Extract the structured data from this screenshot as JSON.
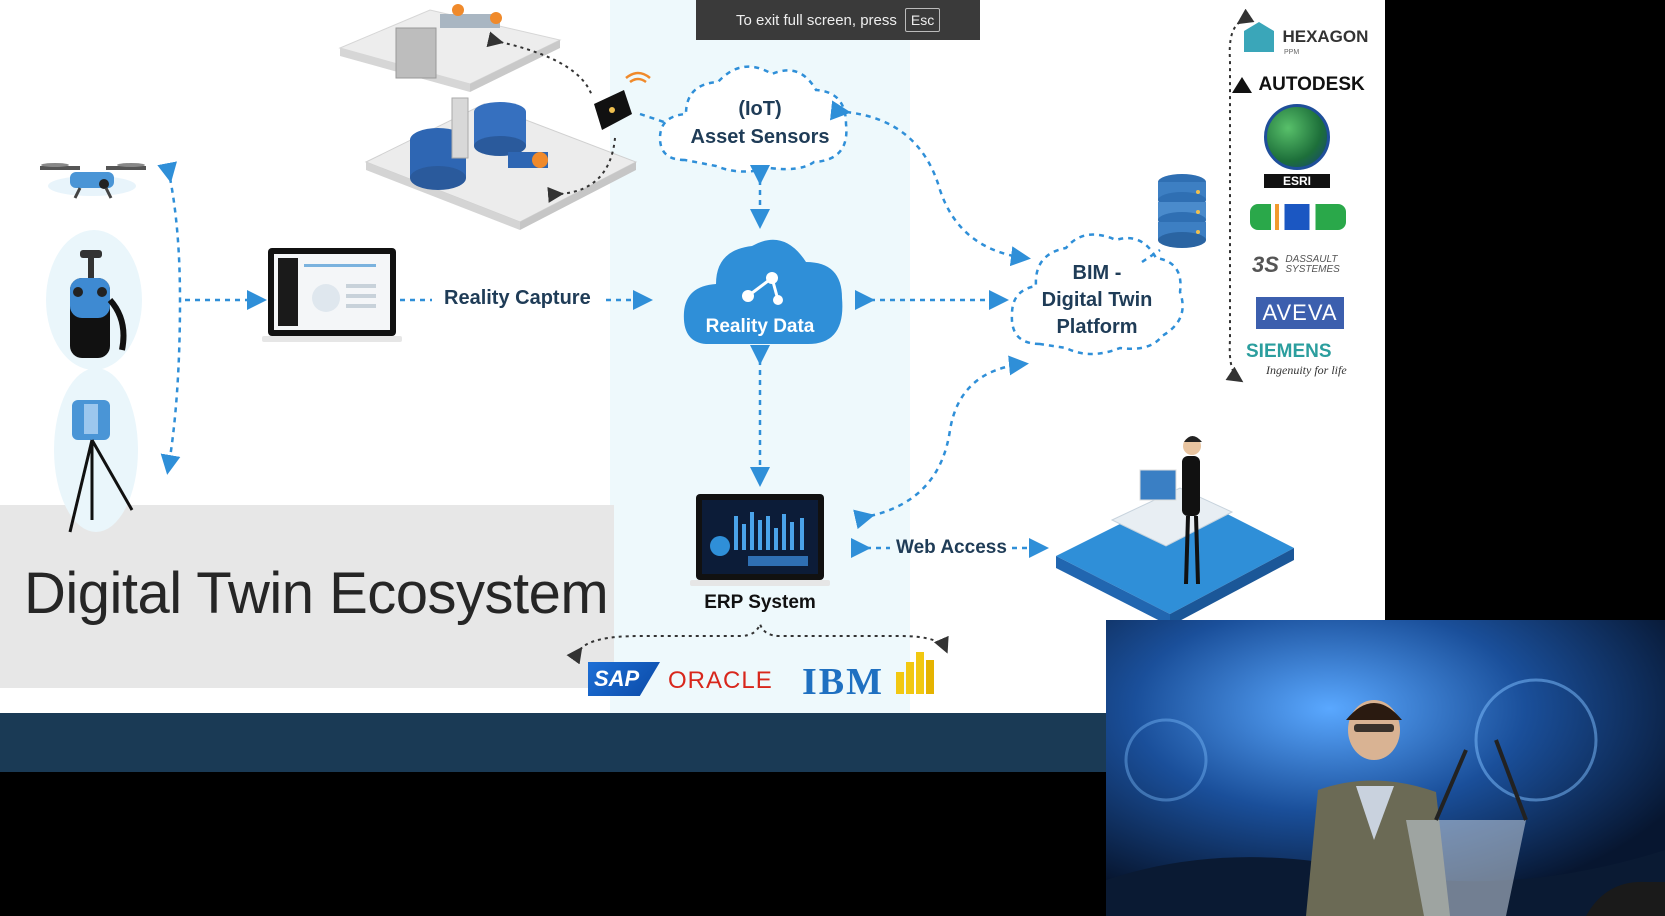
{
  "toast": {
    "text": "To exit full screen, press",
    "key": "Esc"
  },
  "slide": {
    "title": "Digital Twin Ecosystem",
    "labels": {
      "reality_capture": "Reality Capture",
      "iot_line1": "(IoT)",
      "iot_line2": "Asset Sensors",
      "reality_data": "Reality Data",
      "bim_line1": "BIM -",
      "bim_line2": "Digital Twin",
      "bim_line3": "Platform",
      "erp_system": "ERP System",
      "web_access": "Web Access"
    },
    "platform_vendors": {
      "hexagon": "HEXAGON",
      "hexagon_sub": "PPM",
      "autodesk": "AUTODESK",
      "esri": "ESRI",
      "dassault_line1": "DASSAULT",
      "dassault_line2": "SYSTEMES",
      "aveva": "AVEVA",
      "siemens": "SIEMENS",
      "siemens_tagline": "Ingenuity for life"
    },
    "erp_vendors": {
      "sap": "SAP",
      "oracle": "ORACLE",
      "ibm": "IBM"
    }
  },
  "colors": {
    "accent_blue": "#2f8fd8",
    "label_navy": "#1f3c57",
    "band_navy": "#1a3a55"
  }
}
